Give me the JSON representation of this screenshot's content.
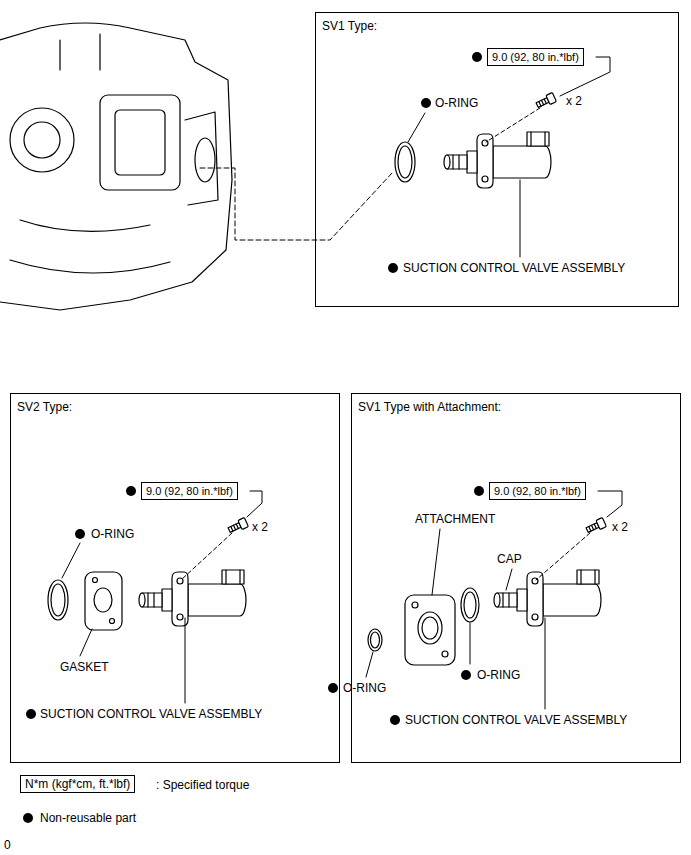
{
  "diagram": {
    "nodes": [
      {
        "text": [
          "SV1 Type:"
        ]
      },
      {
        "text": [
          "9.0 (92, 80 in.*lbf)"
        ],
        "in": 0
      },
      {
        "text": [
          "SV2 Type:"
        ]
      },
      {
        "text": [
          "9.0 (92, 80 in.*lbf)"
        ],
        "in": 2
      },
      {
        "text": [
          "SV1 Type with Attachment:"
        ]
      },
      {
        "text": [
          "9.0 (92, 80 in.*lbf)"
        ],
        "in": 4
      }
    ],
    "labels": [
      "O-RING",
      "x 2",
      "SUCTION CONTROL VALVE ASSEMBLY",
      "O-RING",
      "x 2",
      "GASKET",
      "SUCTION CONTROL VALVE ASSEMBLY",
      "ATTACHMENT",
      "x 2",
      "CAP",
      "O-RING",
      "O-RING",
      "SUCTION CONTROL VALVE ASSEMBLY",
      "N*m (kgf*cm, ft.*lbf)",
      "0"
    ],
    "legend": [
      {
        "text": ": Specified torque"
      },
      {
        "text": "Non-reusable part"
      }
    ]
  }
}
